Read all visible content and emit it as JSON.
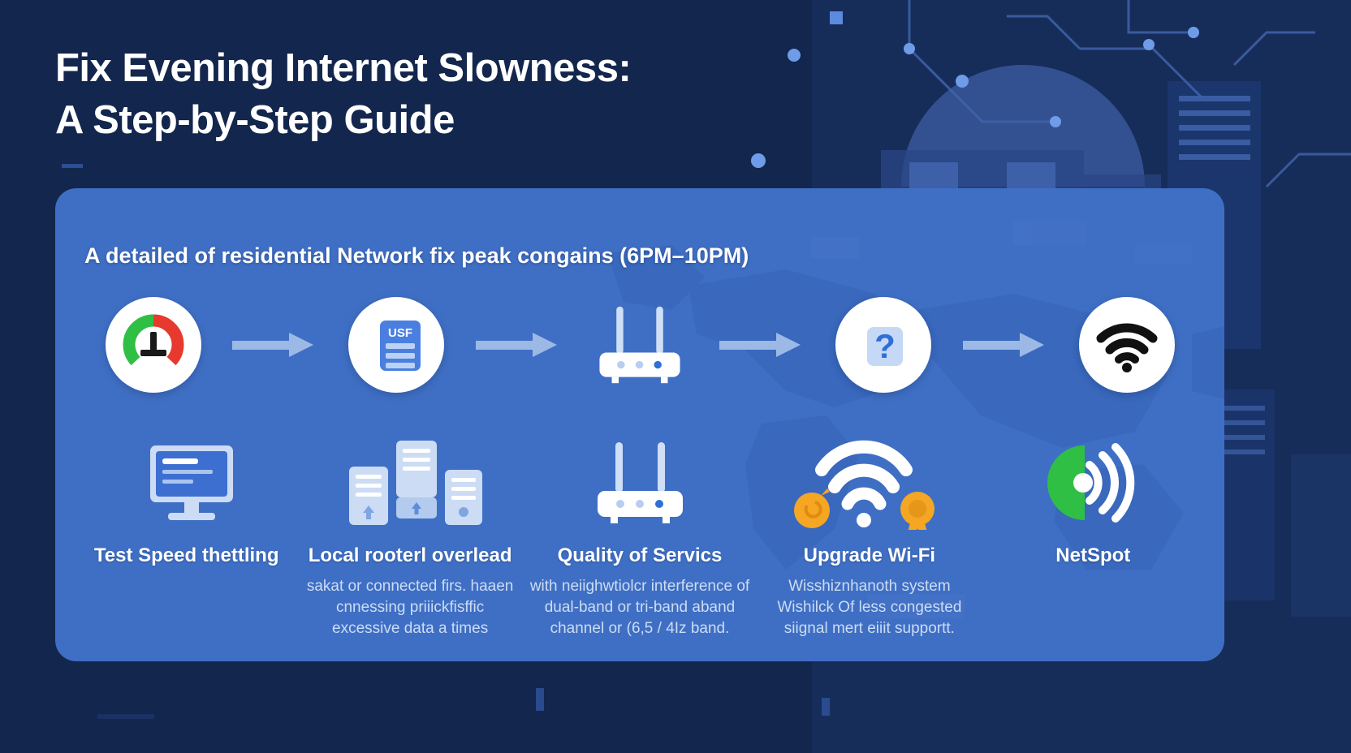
{
  "theme": {
    "page_bg": "#13264d",
    "card_bg": "#3f6fc4",
    "title_color": "#ffffff",
    "body_color": "#ccdcf4",
    "accent_green": "#2fbf45",
    "accent_red": "#e8392e",
    "accent_orange": "#f5a623",
    "doc_blue": "#4a7fe0"
  },
  "header": {
    "title_line1": "Fix Evening Internet Slowness:",
    "title_line2": "A Step-by-Step Guide"
  },
  "card": {
    "subtitle": "A detailed of residential Network fix peak congains (6PM–10PM)"
  },
  "flow": {
    "nodes": [
      {
        "icon": "speedometer-gauge-icon",
        "label": "speed-test"
      },
      {
        "icon": "isp-document-icon",
        "label": "isp-plan",
        "doc_text": "USF"
      },
      {
        "icon": "router-icon",
        "label": "router"
      },
      {
        "icon": "question-mark-icon",
        "label": "qos-help"
      },
      {
        "icon": "wifi-signal-icon",
        "label": "wifi"
      }
    ],
    "arrow_icon": "arrow-right-icon"
  },
  "steps": [
    {
      "icon": "desktop-monitor-icon",
      "title": "Test Speed thettling",
      "body": []
    },
    {
      "icon": "servers-stack-icon",
      "title": "Local rooterl overlead",
      "body": [
        "sakat or connected firs. haaen",
        "cnnessing priiickfisffic",
        "excessive data a times"
      ]
    },
    {
      "icon": "router-icon",
      "title": "Quality of Servics",
      "body": [
        "with neiighwtiolcr interference of",
        "dual-band or tri-band aband",
        "channel or (6,5 / 4Iz band."
      ]
    },
    {
      "icon": "wifi-upgrade-icon",
      "title": "Upgrade Wi-Fi",
      "body": [
        "Wisshiznhanoth system",
        "Wishilck Of less congested",
        "siignal mert eiiit supportt."
      ]
    },
    {
      "icon": "netspot-signal-icon",
      "title": "NetSpot",
      "body": []
    }
  ]
}
